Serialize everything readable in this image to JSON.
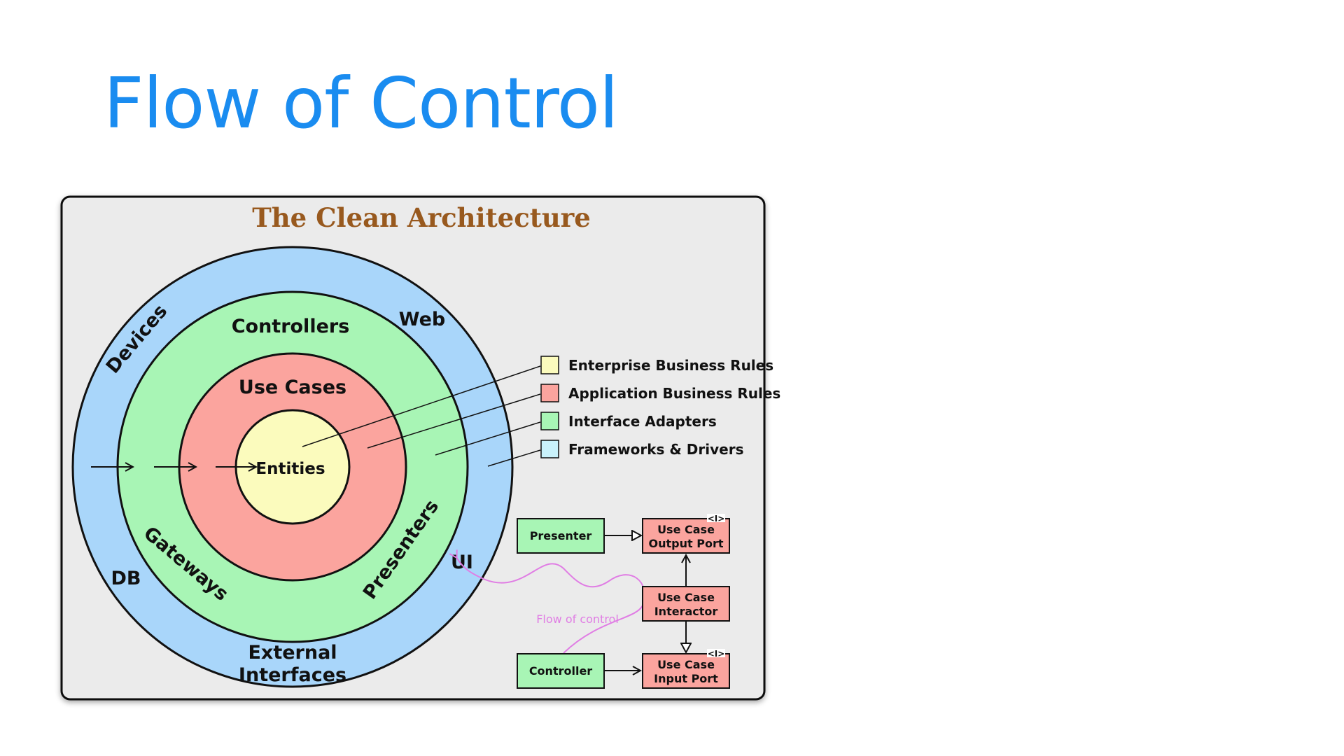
{
  "slide": {
    "title": "Flow of Control"
  },
  "diagram": {
    "title": "The Clean Architecture",
    "rings": {
      "outer": {
        "labels": [
          "Devices",
          "Web",
          "DB",
          "UI",
          "External",
          "Interfaces"
        ],
        "color": "#a9d6fa"
      },
      "adapters": {
        "labels": [
          "Controllers",
          "Gateways",
          "Presenters"
        ],
        "color": "#a8f5b5"
      },
      "use_cases": {
        "label": "Use Cases",
        "color": "#fba49e"
      },
      "entities": {
        "label": "Entities",
        "color": "#fbfbbd"
      }
    },
    "legend": [
      {
        "label": "Enterprise Business Rules",
        "color": "#fbfbbd"
      },
      {
        "label": "Application Business Rules",
        "color": "#fba49e"
      },
      {
        "label": "Interface Adapters",
        "color": "#a8f5b5"
      },
      {
        "label": "Frameworks & Drivers",
        "color": "#c9f2fb"
      }
    ],
    "flow": {
      "presenter": "Presenter",
      "output_port": [
        "Use Case",
        "Output Port"
      ],
      "interactor": [
        "Use Case",
        "Interactor"
      ],
      "controller": "Controller",
      "input_port": [
        "Use Case",
        "Input Port"
      ],
      "interface_marker": "<I>",
      "flow_label": "Flow of control",
      "box_green": "#a8f5b5",
      "box_red": "#fba49e",
      "flow_color": "#e07de4"
    }
  }
}
